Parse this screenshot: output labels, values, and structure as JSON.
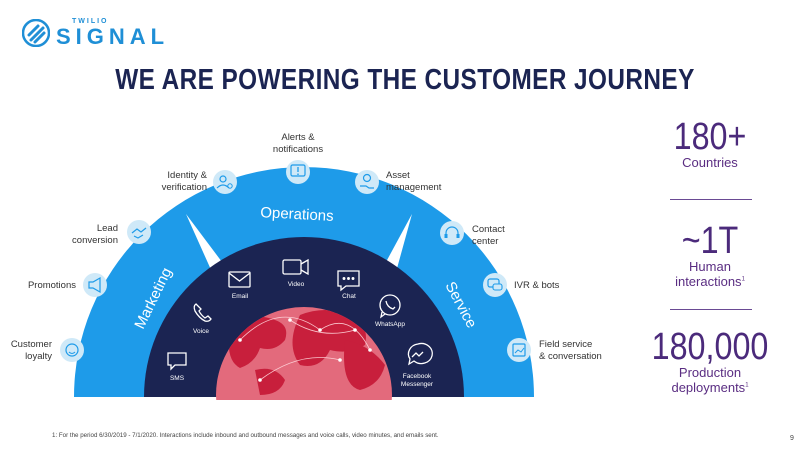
{
  "logo": {
    "small": "TWILIO",
    "big": "SIGNAL"
  },
  "title": "WE ARE POWERING THE CUSTOMER JOURNEY",
  "arc": {
    "left": "Marketing",
    "top": "Operations",
    "right": "Service"
  },
  "outer_labels": {
    "customer_loyalty": "Customer\nloyalty",
    "promotions": "Promotions",
    "lead_conversion": "Lead\nconversion",
    "identity": "Identity &\nverification",
    "alerts": "Alerts &\nnotifications",
    "asset": "Asset\nmanagement",
    "contact": "Contact\ncenter",
    "ivr": "IVR & bots",
    "field": "Field service\n& conversation"
  },
  "channels": {
    "sms": "SMS",
    "voice": "Voice",
    "email": "Email",
    "video": "Video",
    "chat": "Chat",
    "whatsapp": "WhatsApp",
    "messenger": "Facebook\nMessenger"
  },
  "stats": [
    {
      "value": "180+",
      "label": "Countries",
      "note": ""
    },
    {
      "value": "~1T",
      "label": "Human\ninteractions",
      "note": "1"
    },
    {
      "value": "180,000",
      "label": "Production\ndeployments",
      "note": "1"
    }
  ],
  "footnote": "1: For the period 6/30/2019 - 7/1/2020. Interactions include inbound and outbound messages and voice calls, video minutes, and emails sent.",
  "page": "9",
  "colors": {
    "arc_blue": "#1e9be9",
    "inner_navy": "#1b2452",
    "globe_red": "#d9334f",
    "stat_purple": "#4b2a7b",
    "icon_bg": "#cfe9f8"
  }
}
